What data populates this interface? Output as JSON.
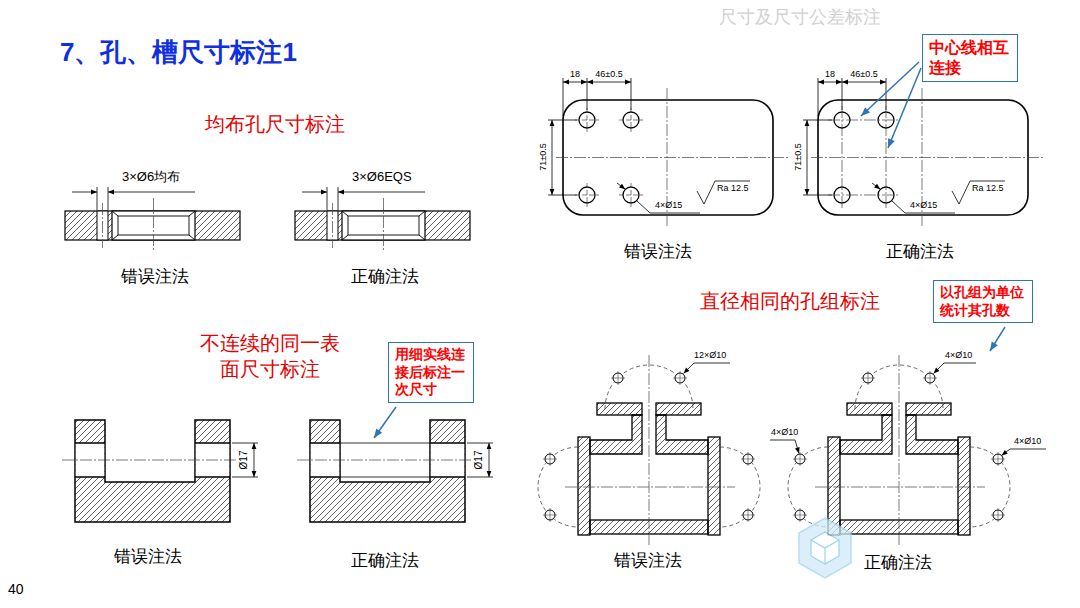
{
  "diagram": {
    "title": "7、孔、槽尺寸标注1",
    "nodes": [
      {
        "text": [
          "中心线相互连接"
        ]
      },
      {
        "text": [
          "用细实线连接后标注一次尺寸"
        ]
      },
      {
        "text": [
          "以孔组为单位统计其孔数"
        ]
      }
    ],
    "labels": [
      "尺寸及尺寸公差标注",
      "均布孔尺寸标注",
      "18",
      "46±0.5",
      "18",
      "46±0.5",
      "71±0.5",
      "4×Ø15",
      "Ra 12.5",
      "71±0.5",
      "4×Ø15",
      "Ra 12.5",
      "3×Ø6均布",
      "3×Ø6EQS",
      "错误注法",
      "正确注法",
      "错误注法",
      "正确注法",
      "直径相同的孔组标注",
      "不连续的同一表面尺寸标注",
      "12×Ø10",
      "4×Ø10",
      "4×Ø10",
      "4×Ø10",
      "Ø17",
      "Ø17",
      "错误注法",
      "正确注法",
      "错误注法",
      "正确注法",
      "40"
    ]
  }
}
